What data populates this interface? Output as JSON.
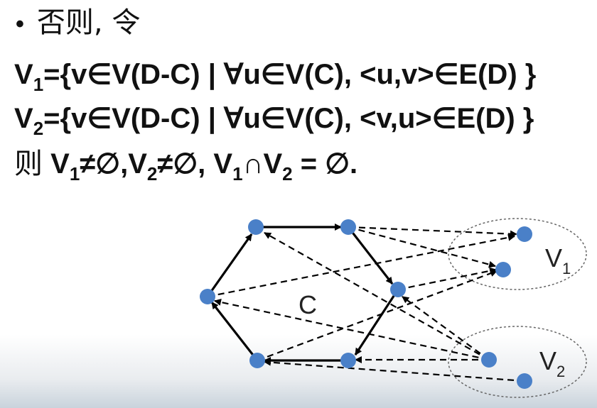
{
  "text": {
    "line0": {
      "bullet": "•",
      "text": "否则, 令"
    },
    "line1": {
      "v": "V",
      "sub": "1",
      "body": "={v∈V(D-C) | ∀u∈V(C), <u,v>∈E(D) }"
    },
    "line2": {
      "v": "V",
      "sub": "2",
      "body": "={v∈V(D-C) | ∀u∈V(C), <v,u>∈E(D) }"
    },
    "line3": {
      "prefix": "则",
      "p1": "V",
      "s1": "1",
      "t1": "≠∅,",
      "p2": "V",
      "s2": "2",
      "t2": "≠∅,",
      "p3": "V",
      "s3": "1",
      "t3": "∩",
      "p4": "V",
      "s4": "2",
      "t4": " = ∅."
    }
  },
  "diagram": {
    "labels": {
      "c": "C",
      "v1": "V",
      "v1_sub": "1",
      "v2": "V",
      "v2_sub": "2"
    },
    "colors": {
      "node": "#4a80c8",
      "edge": "#000000",
      "ellipse": "#666666"
    }
  }
}
